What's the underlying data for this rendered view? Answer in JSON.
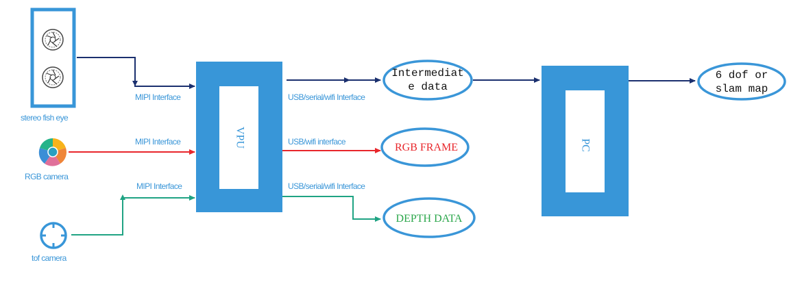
{
  "colors": {
    "box_blue": "#3896d8",
    "label_blue": "#3a96d8",
    "navy": "#1a2f6e",
    "red": "#e8262b",
    "green": "#1fa383",
    "black_text": "#111111",
    "depth_text": "#2aa64a"
  },
  "sources": [
    {
      "id": "stereo",
      "label": "stereo fish eye",
      "icon": "aperture-icon"
    },
    {
      "id": "rgb",
      "label": "RGB camera",
      "icon": "color-wheel-icon"
    },
    {
      "id": "tof",
      "label": "tof camera",
      "icon": "crosshair-icon"
    }
  ],
  "inputs": {
    "stereo": "MIPI Interface",
    "rgb": "MIPI Interface",
    "tof": "MIPI Interface"
  },
  "processors": {
    "vpu": "VPU",
    "pc": "PC"
  },
  "outputs": {
    "intermediate_iface": "USB/serial/wifi Interface",
    "rgb_iface": "USB/wifi interface",
    "depth_iface": "USB/serial/wifi Interface"
  },
  "nodes": {
    "intermediate_line1": "Intermediat",
    "intermediate_line2": "e data",
    "rgb_frame": "RGB FRAME",
    "depth_data": "DEPTH DATA",
    "result_line1": "6 dof or",
    "result_line2": "slam map"
  }
}
